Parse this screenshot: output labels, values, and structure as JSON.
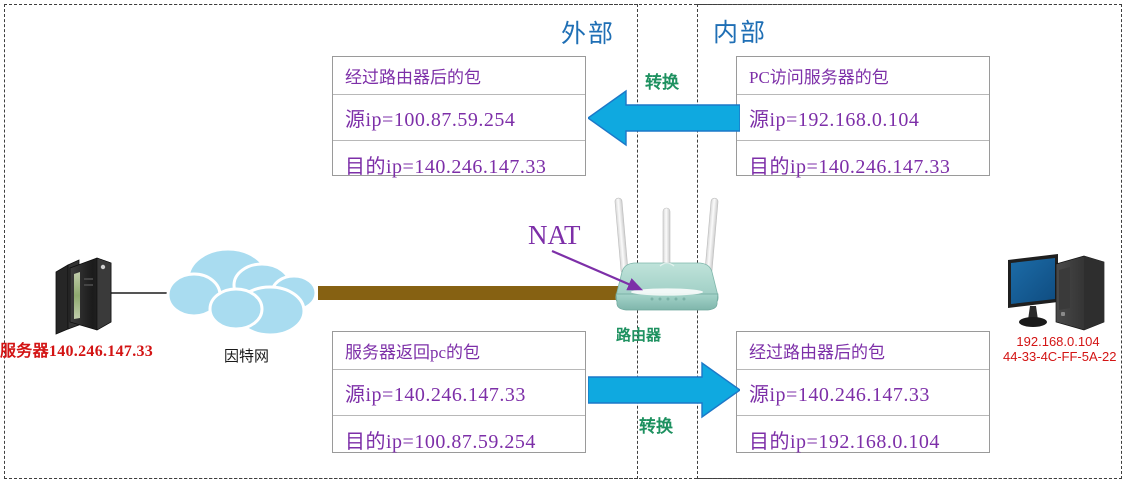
{
  "regions": {
    "external_title": "外部",
    "internal_title": "内部"
  },
  "packets": {
    "top_left": {
      "title": "经过路由器后的包",
      "src": "源ip=100.87.59.254",
      "dst": "目的ip=140.246.147.33"
    },
    "top_right": {
      "title": "PC访问服务器的包",
      "src": "源ip=192.168.0.104",
      "dst": "目的ip=140.246.147.33"
    },
    "bottom_left": {
      "title": "服务器返回pc的包",
      "src": "源ip=140.246.147.33",
      "dst": "目的ip=100.87.59.254"
    },
    "bottom_right": {
      "title": "经过路由器后的包",
      "src": "源ip=140.246.147.33",
      "dst": "目的ip=192.168.0.104"
    }
  },
  "arrows": {
    "top_convert_label": "转换",
    "bottom_convert_label": "转换"
  },
  "nodes": {
    "server_label": "服务器140.246.147.33",
    "cloud_label": "因特网",
    "router_label": "路由器",
    "nat_label": "NAT",
    "pc_ip": "192.168.0.104",
    "pc_mac": "44-33-4C-FF-5A-22"
  },
  "colors": {
    "region_title": "#1F6FB5",
    "packet_text": "#7D2FA8",
    "arrow_fill": "#0FA9E0",
    "convert_text": "#1E9160",
    "host_label": "#D31414",
    "cable": "#866112",
    "router_body": "#A8D5CC"
  }
}
